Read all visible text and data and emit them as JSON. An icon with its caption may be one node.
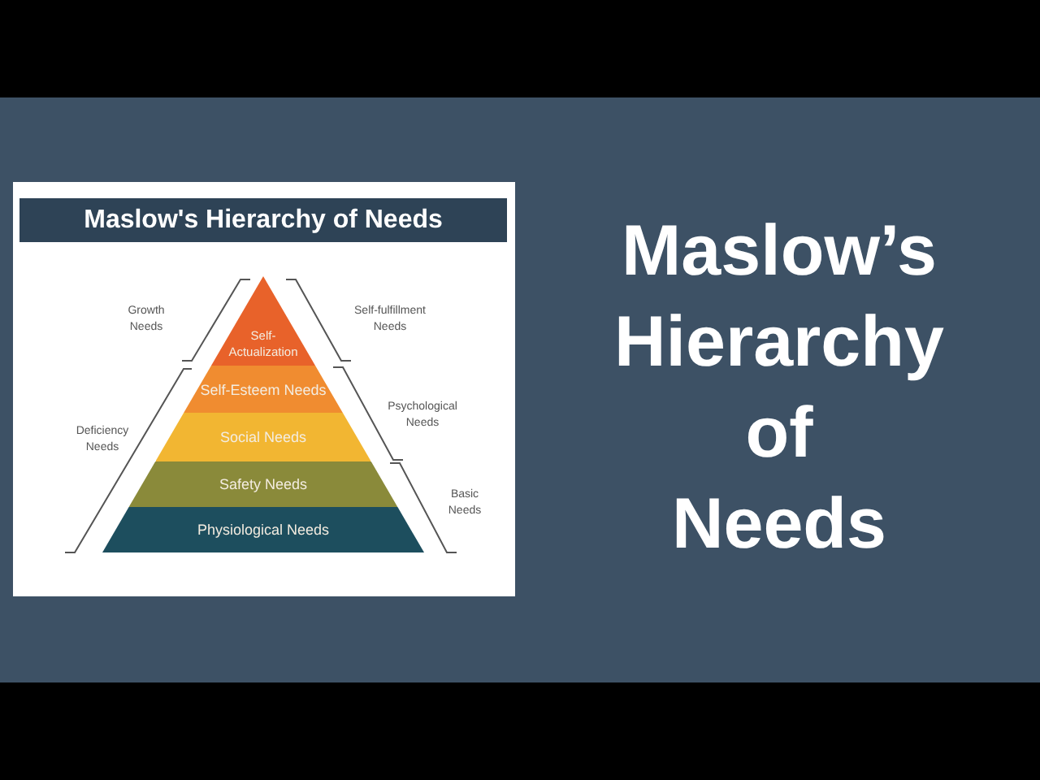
{
  "diagram": {
    "title": "Maslow’s Hierarchy of Needs",
    "nodes": [
      {
        "text": [
          "Self-Actualization"
        ]
      },
      {
        "text": [
          "Self-Esteem Needs"
        ]
      },
      {
        "text": [
          "Social Needs"
        ]
      },
      {
        "text": [
          "Safety Needs"
        ]
      },
      {
        "text": [
          "Physiological Needs"
        ]
      }
    ],
    "edges": [],
    "labels": [
      "Maslow's Hierarchy of Needs",
      "Growth Needs",
      "Self-fulfillment Needs",
      "Deficiency Needs",
      "Psychological Needs",
      "Basic Needs"
    ]
  }
}
